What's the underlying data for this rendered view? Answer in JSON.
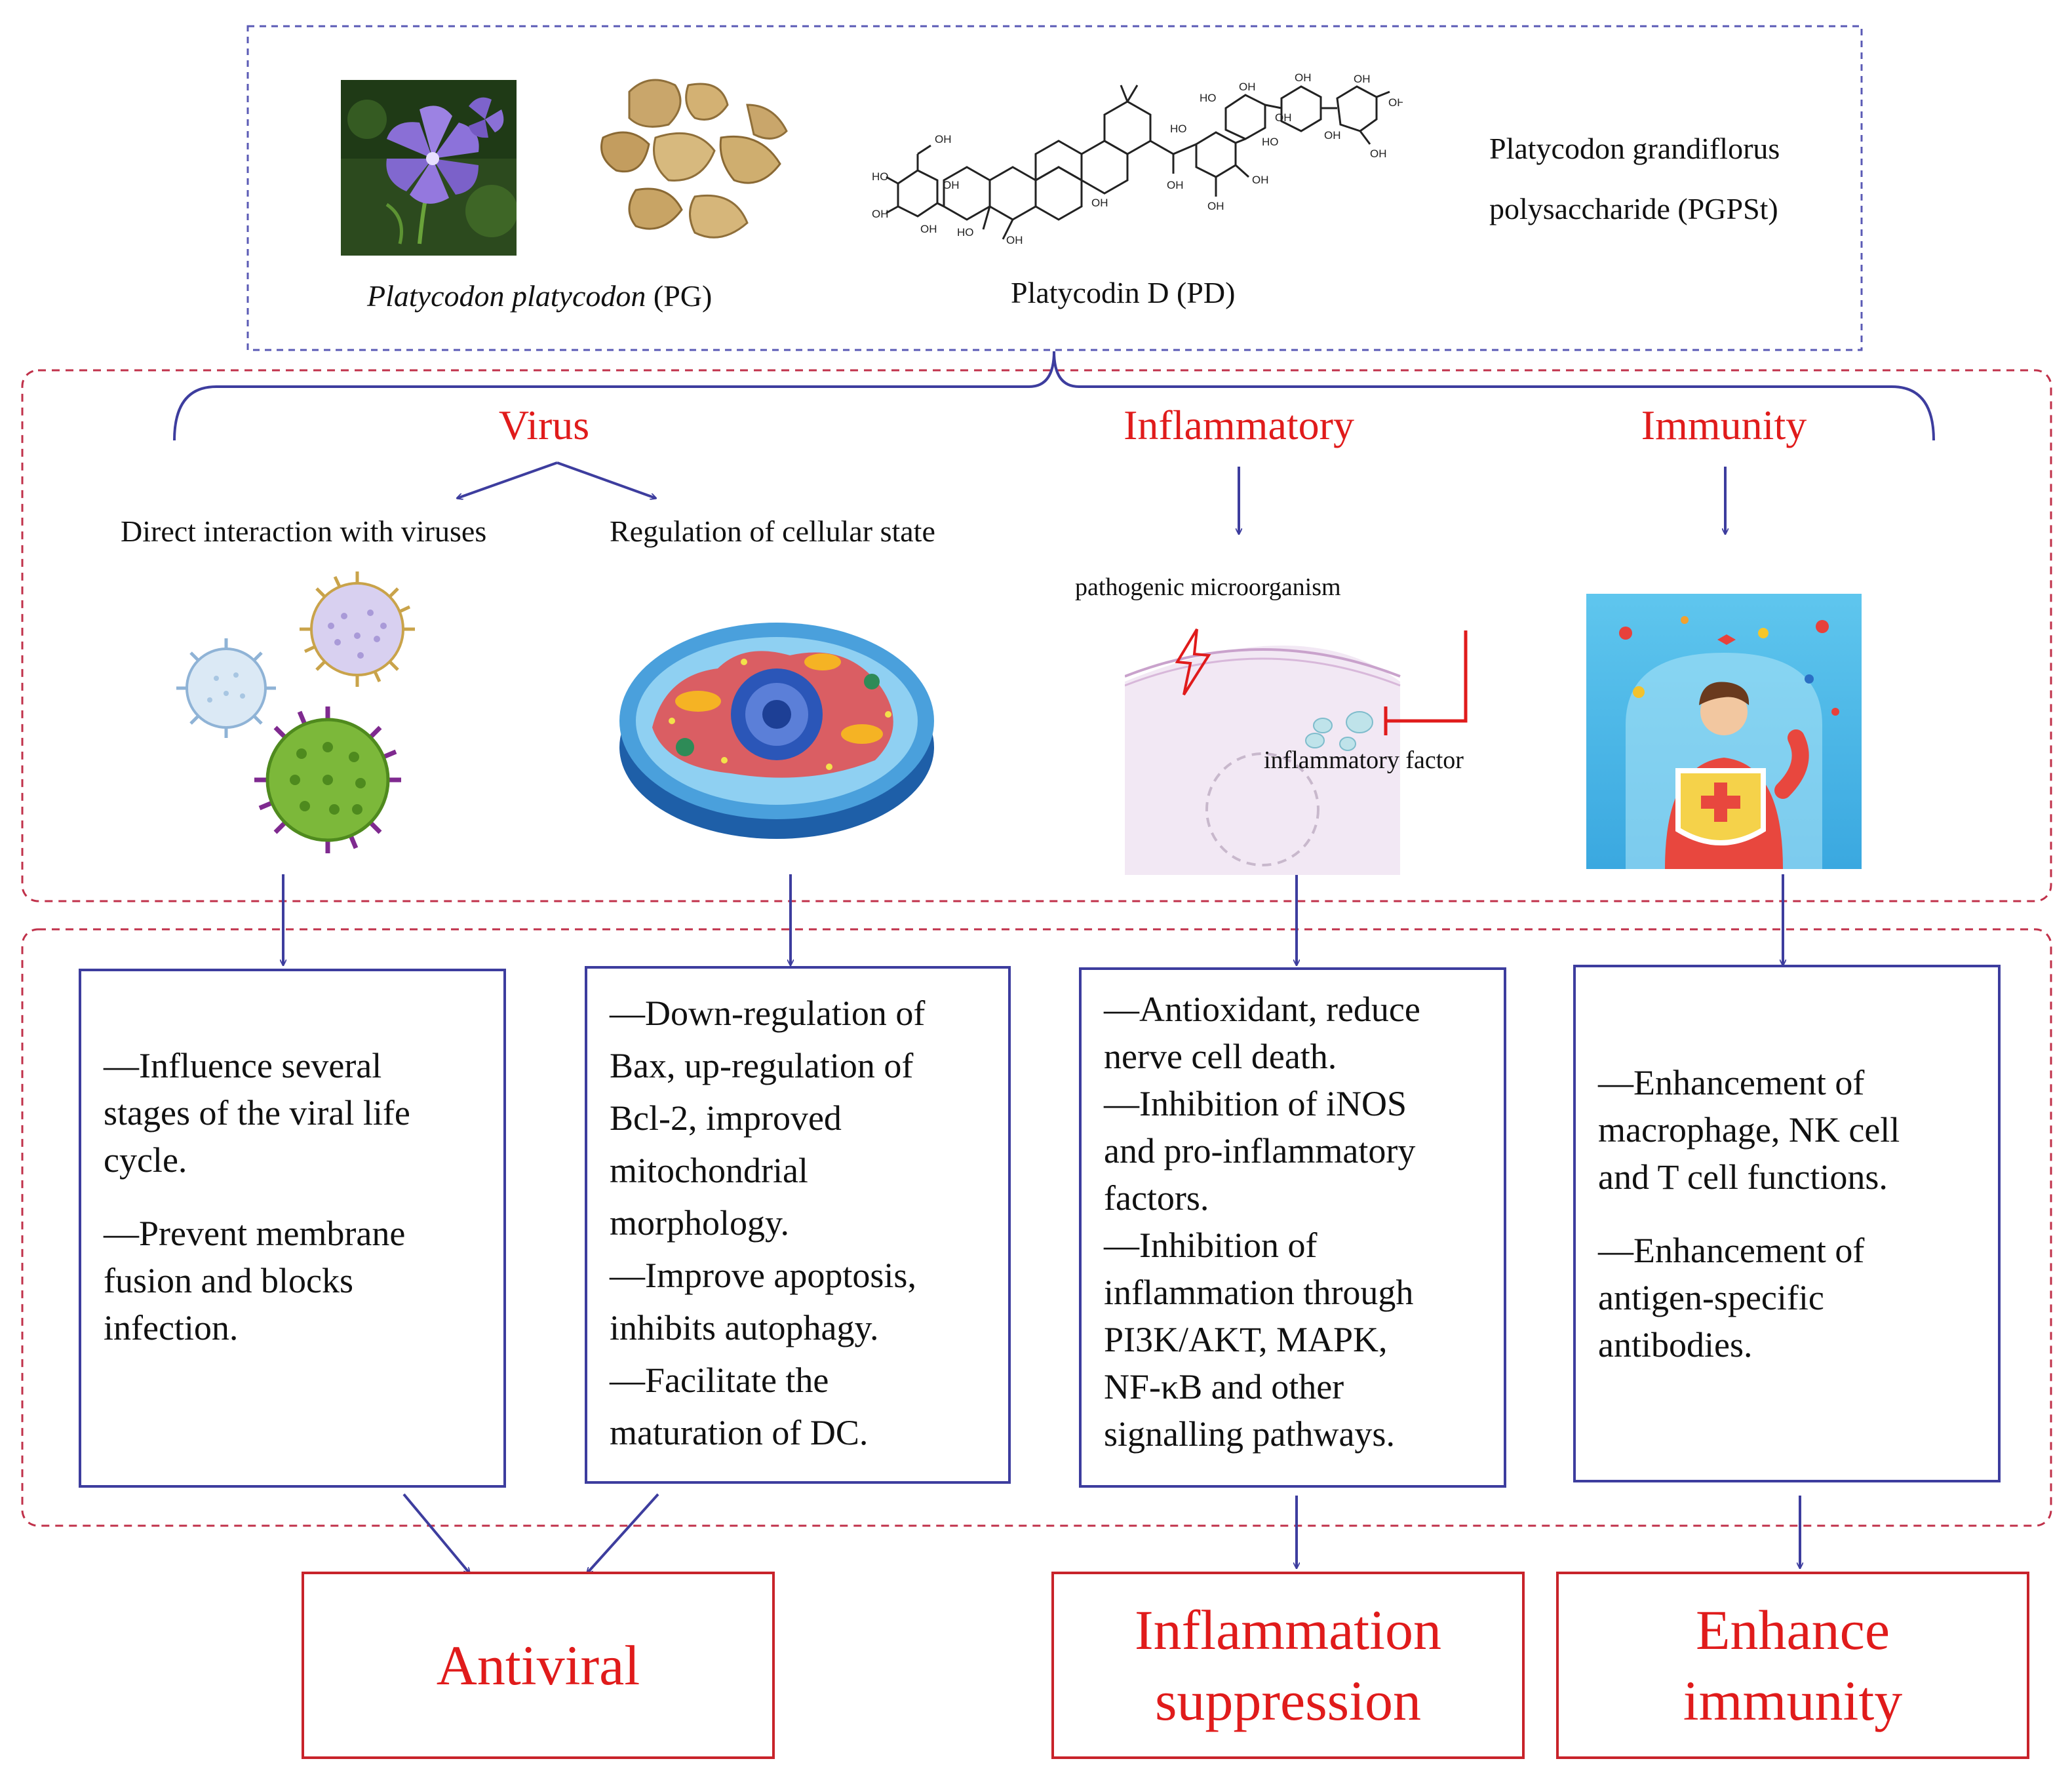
{
  "sources": {
    "pg_label_italic": "Platycodon platycodon",
    "pg_label_abbr": "(PG)",
    "pd_label": "Platycodin D (PD)",
    "pgps_line1": "Platycodon grandiflorus",
    "pgps_line2": "polysaccharide (PGPSt)"
  },
  "chem_labels": [
    "OH",
    "HO",
    "OH",
    "OH",
    "OH",
    "HO",
    "OH",
    "OH",
    "OH",
    "OH",
    "OH",
    "OH",
    "HO",
    "OH",
    "HO",
    "OH",
    "OH",
    "OH",
    "OH",
    "HO",
    "OH"
  ],
  "categories": {
    "virus": "Virus",
    "inflammatory": "Inflammatory",
    "immunity": "Immunity"
  },
  "virus_branches": {
    "direct": "Direct interaction with viruses",
    "cellular": "Regulation of cellular state"
  },
  "inflammation_diagram": {
    "pathogen": "pathogenic microorganism",
    "factor": "inflammatory factor"
  },
  "mechanisms": {
    "direct": [
      "—Influence several",
      "stages of the viral life",
      "cycle.",
      "",
      "—Prevent membrane",
      "fusion and blocks",
      "infection."
    ],
    "cellular": [
      "—Down-regulation of",
      "Bax, up-regulation of",
      "Bcl-2, improved",
      "mitochondrial",
      "morphology.",
      "—Improve apoptosis,",
      "inhibits autophagy.",
      "—Facilitate the",
      "maturation of DC."
    ],
    "inflammatory": [
      "—Antioxidant, reduce",
      "nerve cell death.",
      "—Inhibition of iNOS",
      "and pro-inflammatory",
      "factors.",
      "—Inhibition of",
      "inflammation through",
      "PI3K/AKT, MAPK,",
      "NF-κB and other",
      "signalling pathways."
    ],
    "immunity": [
      "—Enhancement of",
      "macrophage, NK cell",
      "and T cell functions.",
      "",
      "—Enhancement of",
      "antigen-specific",
      "antibodies."
    ]
  },
  "outcomes": {
    "antiviral": "Antiviral",
    "inflammation_line1": "Inflammation",
    "inflammation_line2": "suppression",
    "immunity_line1": "Enhance",
    "immunity_line2": "immunity"
  },
  "colors": {
    "category_red": "#e01b1b",
    "arrow_blue": "#3d3d9e",
    "dash_blue": "#5a5ab5",
    "dash_red": "#c0314a",
    "outcome_border": "#c8232a"
  },
  "icons": {
    "flower": "platycodon-flower-photo",
    "root": "dried-root-slices-photo",
    "molecule": "platycodin-d-structure",
    "virus": "virus-particles-icon",
    "cell": "eukaryotic-cell-icon",
    "inflammation": "inflammation-cell-icon",
    "immunity": "immunity-shield-person-icon"
  }
}
